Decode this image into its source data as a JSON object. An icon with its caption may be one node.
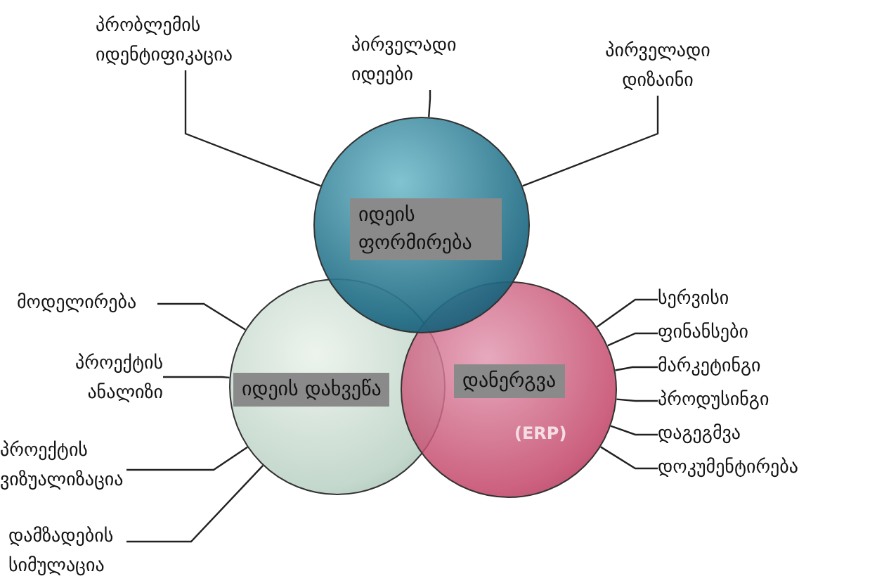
{
  "diagram": {
    "nodes": [
      {
        "text": [
          "იდეის ფორმირება"
        ]
      },
      {
        "text": [
          "იდეის დახვეწა"
        ]
      },
      {
        "text": [
          "დანერგვა",
          "(ERP)"
        ]
      },
      {
        "text": [
          "პრობლემის იდენტიფიკაცია"
        ]
      },
      {
        "text": [
          "პირველადი იდეები"
        ]
      },
      {
        "text": [
          "პირველადი დიზაინი"
        ]
      },
      {
        "text": [
          "მოდელირება"
        ]
      },
      {
        "text": [
          "პროექტის ანალიზი"
        ]
      },
      {
        "text": [
          "პროექტის ვიზუალიზაცია"
        ]
      },
      {
        "text": [
          "დამზადების სიმულაცია"
        ]
      },
      {
        "text": [
          "სერვისი"
        ]
      },
      {
        "text": [
          "ფინანსები"
        ]
      },
      {
        "text": [
          "მარკეტინგი"
        ]
      },
      {
        "text": [
          "პროდუსინგი"
        ]
      },
      {
        "text": [
          "დაგეგმვა"
        ]
      },
      {
        "text": [
          "დოკუმენტირება"
        ]
      }
    ],
    "edges": [
      {
        "from": 3,
        "to": 0,
        "arrow": "none"
      },
      {
        "from": 4,
        "to": 0,
        "arrow": "none"
      },
      {
        "from": 5,
        "to": 0,
        "arrow": "none"
      },
      {
        "from": 6,
        "to": 1,
        "arrow": "none"
      },
      {
        "from": 7,
        "to": 1,
        "arrow": "none"
      },
      {
        "from": 8,
        "to": 1,
        "arrow": "none"
      },
      {
        "from": 9,
        "to": 1,
        "arrow": "none"
      },
      {
        "from": 10,
        "to": 2,
        "arrow": "none"
      },
      {
        "from": 11,
        "to": 2,
        "arrow": "none"
      },
      {
        "from": 12,
        "to": 2,
        "arrow": "none"
      },
      {
        "from": 13,
        "to": 2,
        "arrow": "none"
      },
      {
        "from": 14,
        "to": 2,
        "arrow": "none"
      },
      {
        "from": 15,
        "to": 2,
        "arrow": "none"
      }
    ]
  }
}
